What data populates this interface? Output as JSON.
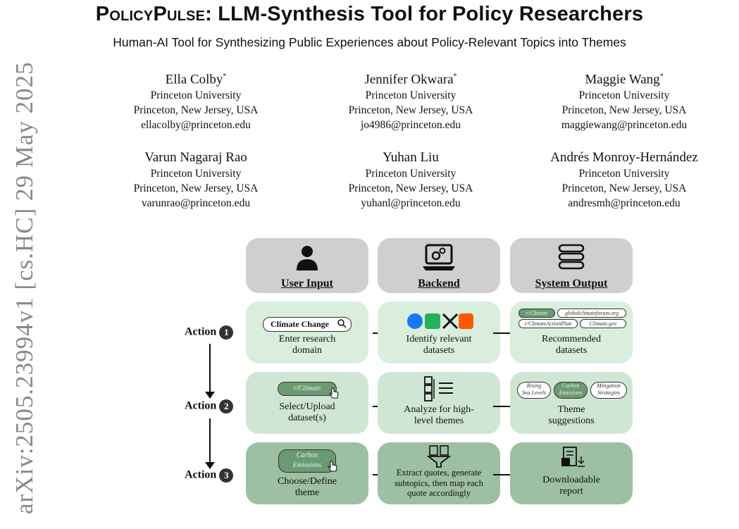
{
  "arxiv_stamp": "arXiv:2505.23994v1  [cs.HC]  29 May 2025",
  "title_name": "PolicyPulse",
  "title_rest": ": LLM-Synthesis Tool for Policy Researchers",
  "subtitle": "Human-AI Tool for Synthesizing Public Experiences about Policy-Relevant Topics into Themes",
  "authors": [
    {
      "name": "Ella Colby",
      "mark": "*",
      "university": "Princeton University",
      "location": "Princeton, New Jersey, USA",
      "email": "ellacolby@princeton.edu"
    },
    {
      "name": "Jennifer Okwara",
      "mark": "*",
      "university": "Princeton University",
      "location": "Princeton, New Jersey, USA",
      "email": "jo4986@princeton.edu"
    },
    {
      "name": "Maggie Wang",
      "mark": "*",
      "university": "Princeton University",
      "location": "Princeton, New Jersey, USA",
      "email": "maggiewang@princeton.edu"
    },
    {
      "name": "Varun Nagaraj Rao",
      "mark": "",
      "university": "Princeton University",
      "location": "Princeton, New Jersey, USA",
      "email": "varunrao@princeton.edu"
    },
    {
      "name": "Yuhan Liu",
      "mark": "",
      "university": "Princeton University",
      "location": "Princeton, New Jersey, USA",
      "email": "yuhanl@princeton.edu"
    },
    {
      "name": "Andrés Monroy-Hernández",
      "mark": "",
      "university": "Princeton University",
      "location": "Princeton, New Jersey, USA",
      "email": "andresmh@princeton.edu"
    }
  ],
  "figure": {
    "headers": [
      "User Input",
      "Backend",
      "System Output"
    ],
    "actions": [
      {
        "label": "Action",
        "num": "1"
      },
      {
        "label": "Action",
        "num": "2"
      },
      {
        "label": "Action",
        "num": "3"
      }
    ],
    "row1": {
      "search_value": "Climate Change",
      "input_line1": "Enter research",
      "input_line2": "domain",
      "backend_line1": "Identify relevant",
      "backend_line2": "datasets",
      "pills": [
        "r/Climate",
        "globalclimateforum.org",
        "r/ClimateActionPlan",
        "Climate.gov"
      ],
      "output_line1": "Recommended",
      "output_line2": "datasets"
    },
    "row2": {
      "chip": "r/Climate",
      "input_line1": "Select/Upload",
      "input_line2": "dataset(s)",
      "backend_line1": "Analyze for high-",
      "backend_line2": "level themes",
      "themes": [
        {
          "line1": "Rising",
          "line2": "Sea Levels"
        },
        {
          "line1": "Carbon",
          "line2": "Emissions"
        },
        {
          "line1": "Mitigation",
          "line2": "Strategies"
        }
      ],
      "output_line1": "Theme",
      "output_line2": "suggestions"
    },
    "row3": {
      "chip_line1": "Carbon",
      "chip_line2": "Emissions",
      "input_line1": "Choose/Define",
      "input_line2": "theme",
      "backend_line1": "Extract quotes, generate",
      "backend_line2": "subtopics, then map each",
      "backend_line3": "quote accordingly",
      "output_line1": "Downloadable",
      "output_line2": "report"
    },
    "colors": {
      "header": "#cfcfcf",
      "light": "#d9eedd",
      "dark": "#9dbfa2",
      "chip": "#6b9a73"
    }
  }
}
